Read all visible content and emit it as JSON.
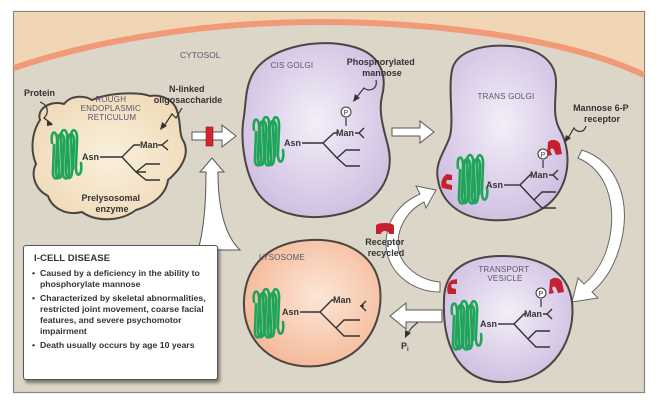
{
  "diagram": {
    "region_label": "CYTOSOL",
    "colors": {
      "cell_membrane": "#f09a78",
      "extracellular": "#f0d6b4",
      "cytosol": "#dcd6c8",
      "golgi_fill": "#d2c3e3",
      "er_fill": "#f2dfc0",
      "lysosome_fill": "#f6c3a6",
      "protein": "#1fa55a",
      "receptor": "#c4202e",
      "block": "#d42430",
      "outline": "#4a4540"
    },
    "organelles": {
      "er": {
        "title_lines": [
          "ROUGH",
          "ENDOPLASMIC",
          "RETICULUM"
        ],
        "caption_lines": [
          "Prelysosomal",
          "enzyme"
        ]
      },
      "cis_golgi": {
        "title": "CIS GOLGI"
      },
      "trans_golgi": {
        "title": "TRANS GOLGI"
      },
      "transport_vesicle": {
        "title_lines": [
          "TRANSPORT",
          "VESICLE"
        ]
      },
      "lysosome": {
        "title": "LYSOSOME"
      }
    },
    "annotations": {
      "protein": "Protein",
      "n_linked": [
        "N-linked",
        "oligosaccharide"
      ],
      "phosphorylated_mannose": [
        "Phosphorylated",
        "mannose"
      ],
      "m6p_receptor": [
        "Mannose 6-P",
        "receptor"
      ],
      "receptor_recycled": [
        "Receptor",
        "recycled"
      ],
      "pi": "P",
      "pi_sub": "i"
    },
    "chain": {
      "asn": "Asn",
      "man": "Man",
      "phosphate": "P"
    }
  },
  "info_box": {
    "title": "I-CELL DISEASE",
    "bullets": [
      "Caused by a deficiency in the ability to phosphorylate mannose",
      "Characterized by skeletal abnormalities, restricted joint movement, coarse facial features, and severe psychomotor impairment",
      "Death usually occurs by age 10 years"
    ]
  }
}
